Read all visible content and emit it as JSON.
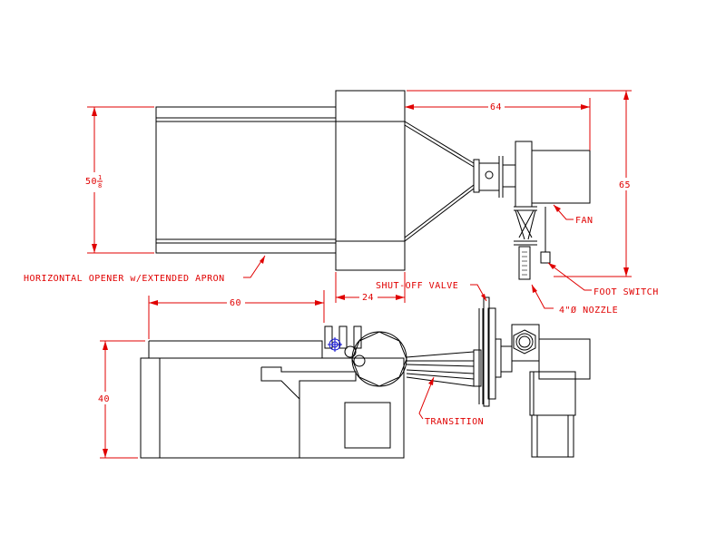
{
  "labels": {
    "dim_top_width": "64",
    "dim_height_right": "65",
    "dim_apron_height_whole": "50",
    "dim_apron_height_num": "1",
    "dim_apron_height_den": "8",
    "dim_opener_length": "60",
    "dim_transition_depth": "24",
    "dim_side_height": "40",
    "fan": "FAN",
    "foot_switch": "FOOT SWITCH",
    "nozzle": "4\"Ø NOZZLE",
    "shutoff_valve": "SHUT-OFF VALVE",
    "transition": "TRANSITION",
    "horizontal_opener": "HORIZONTAL OPENER w/EXTENDED APRON"
  },
  "colors": {
    "object_lines": "#000000",
    "dimension_lines": "#e00000",
    "sensor_symbol": "#1010d0"
  }
}
